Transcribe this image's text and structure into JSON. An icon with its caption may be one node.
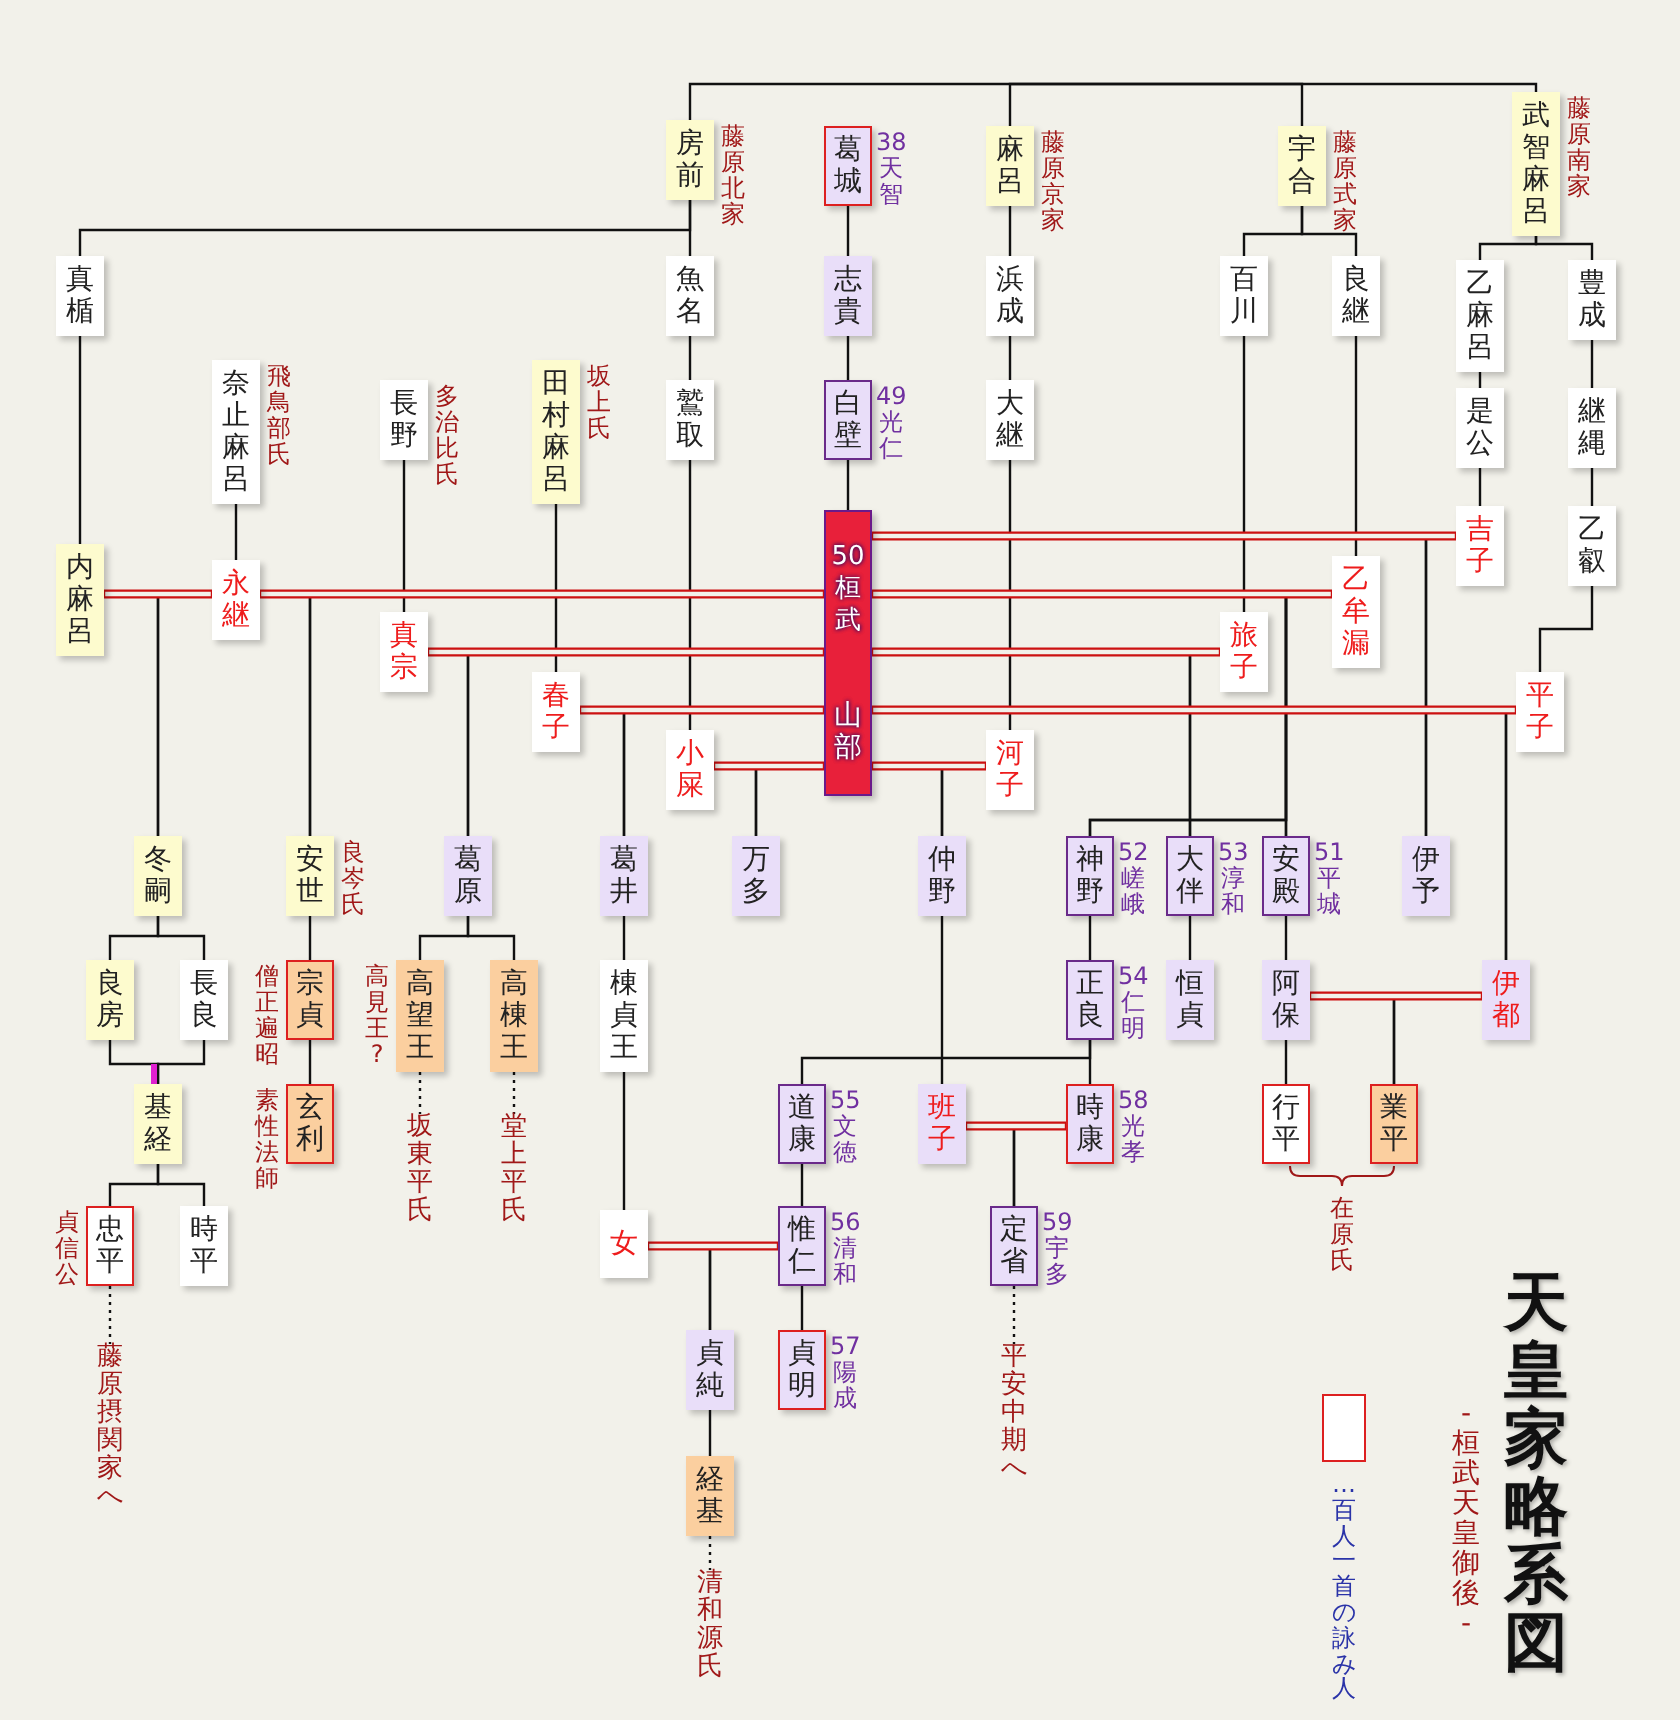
{
  "diagram": {
    "title": "天皇家略系図",
    "caption": "-桓武天皇御後-",
    "nodes": [
      {
        "text": [
          "房前"
        ],
        "beside": [
          "藤原北家"
        ]
      },
      {
        "text": [
          "葛城"
        ],
        "beside": [
          "38天智"
        ]
      },
      {
        "text": [
          "麻呂"
        ],
        "beside": [
          "藤原京家"
        ]
      },
      {
        "text": [
          "宇合"
        ],
        "beside": [
          "藤原式家"
        ]
      },
      {
        "text": [
          "武智麻呂"
        ],
        "beside": [
          "藤原南家"
        ]
      },
      {
        "text": [
          "真楯"
        ]
      },
      {
        "text": [
          "魚名"
        ]
      },
      {
        "text": [
          "志貴"
        ]
      },
      {
        "text": [
          "浜成"
        ]
      },
      {
        "text": [
          "百川"
        ]
      },
      {
        "text": [
          "良継"
        ]
      },
      {
        "text": [
          "乙麻呂"
        ]
      },
      {
        "text": [
          "豊成"
        ]
      },
      {
        "text": [
          "奈止麻呂"
        ],
        "beside": [
          "飛鳥部氏"
        ]
      },
      {
        "text": [
          "長野"
        ],
        "beside": [
          "多治比氏"
        ]
      },
      {
        "text": [
          "田村麻呂"
        ],
        "beside": [
          "坂上氏"
        ]
      },
      {
        "text": [
          "鷲取"
        ]
      },
      {
        "text": [
          "白壁"
        ],
        "beside": [
          "49光仁"
        ]
      },
      {
        "text": [
          "大継"
        ]
      },
      {
        "text": [
          "是公"
        ]
      },
      {
        "text": [
          "継縄"
        ]
      },
      {
        "text": [
          "50桓武",
          "山部"
        ]
      },
      {
        "text": [
          "吉子"
        ]
      },
      {
        "text": [
          "乙叡"
        ]
      },
      {
        "text": [
          "内麻呂"
        ]
      },
      {
        "text": [
          "永継"
        ]
      },
      {
        "text": [
          "乙牟漏"
        ]
      },
      {
        "text": [
          "真宗"
        ]
      },
      {
        "text": [
          "旅子"
        ]
      },
      {
        "text": [
          "春子"
        ]
      },
      {
        "text": [
          "平子"
        ]
      },
      {
        "text": [
          "小屎"
        ]
      },
      {
        "text": [
          "河子"
        ]
      },
      {
        "text": [
          "冬嗣"
        ]
      },
      {
        "text": [
          "安世"
        ],
        "beside": [
          "良岑氏"
        ]
      },
      {
        "text": [
          "葛原"
        ]
      },
      {
        "text": [
          "葛井"
        ]
      },
      {
        "text": [
          "万多"
        ]
      },
      {
        "text": [
          "仲野"
        ]
      },
      {
        "text": [
          "神野"
        ],
        "beside": [
          "52嵯峨"
        ]
      },
      {
        "text": [
          "大伴"
        ],
        "beside": [
          "53淳和"
        ]
      },
      {
        "text": [
          "安殿"
        ],
        "beside": [
          "51平城"
        ]
      },
      {
        "text": [
          "伊予"
        ]
      },
      {
        "text": [
          "良房"
        ]
      },
      {
        "text": [
          "長良"
        ]
      },
      {
        "text": [
          "宗貞"
        ],
        "beside": [
          "僧正遍昭"
        ]
      },
      {
        "text": [
          "高望王"
        ],
        "beside": [
          "高見王?"
        ]
      },
      {
        "text": [
          "高棟王"
        ]
      },
      {
        "text": [
          "棟貞王"
        ]
      },
      {
        "text": [
          "正良"
        ],
        "beside": [
          "54仁明"
        ]
      },
      {
        "text": [
          "恒貞"
        ]
      },
      {
        "text": [
          "阿保"
        ]
      },
      {
        "text": [
          "伊都"
        ]
      },
      {
        "text": [
          "基経"
        ]
      },
      {
        "text": [
          "玄利"
        ],
        "beside": [
          "素性法師"
        ]
      },
      {
        "text": [
          "道康"
        ],
        "beside": [
          "55文徳"
        ]
      },
      {
        "text": [
          "班子"
        ]
      },
      {
        "text": [
          "時康"
        ],
        "beside": [
          "58光孝"
        ]
      },
      {
        "text": [
          "行平"
        ]
      },
      {
        "text": [
          "業平"
        ]
      },
      {
        "text": [
          "坂東平氏"
        ]
      },
      {
        "text": [
          "堂上平氏"
        ]
      },
      {
        "text": [
          "忠平"
        ],
        "beside": [
          "貞信公"
        ]
      },
      {
        "text": [
          "時平"
        ]
      },
      {
        "text": [
          "女"
        ]
      },
      {
        "text": [
          "惟仁"
        ],
        "beside": [
          "56清和"
        ]
      },
      {
        "text": [
          "定省"
        ],
        "beside": [
          "59宇多"
        ]
      },
      {
        "text": [
          "貞純"
        ]
      },
      {
        "text": [
          "貞明"
        ],
        "beside": [
          "57陽成"
        ]
      },
      {
        "text": [
          "藤原摂関家へ"
        ]
      },
      {
        "text": [
          "平安中期へ"
        ]
      },
      {
        "text": [
          "経基"
        ]
      },
      {
        "text": [
          "清和源氏"
        ]
      }
    ],
    "edges": [
      {
        "from": null,
        "to": 0,
        "arrow": "none"
      },
      {
        "from": null,
        "to": 2,
        "arrow": "none"
      },
      {
        "from": null,
        "to": 3,
        "arrow": "none"
      },
      {
        "from": null,
        "to": 4,
        "arrow": "none"
      },
      {
        "from": 0,
        "to": 5,
        "arrow": "none"
      },
      {
        "from": 0,
        "to": 6,
        "arrow": "none"
      },
      {
        "from": 1,
        "to": 7,
        "arrow": "none"
      },
      {
        "from": 2,
        "to": 8,
        "arrow": "none"
      },
      {
        "from": 3,
        "to": 9,
        "arrow": "none"
      },
      {
        "from": 3,
        "to": 10,
        "arrow": "none"
      },
      {
        "from": 4,
        "to": 11,
        "arrow": "none"
      },
      {
        "from": 4,
        "to": 12,
        "arrow": "none"
      },
      {
        "from": 6,
        "to": 16,
        "arrow": "none"
      },
      {
        "from": 7,
        "to": 17,
        "arrow": "none"
      },
      {
        "from": 8,
        "to": 18,
        "arrow": "none"
      },
      {
        "from": 11,
        "to": 19,
        "arrow": "none"
      },
      {
        "from": 12,
        "to": 20,
        "arrow": "none"
      },
      {
        "from": 16,
        "to": 31,
        "arrow": "none"
      },
      {
        "from": 17,
        "to": 21,
        "arrow": "none"
      },
      {
        "from": 18,
        "to": 32,
        "arrow": "none"
      },
      {
        "from": 19,
        "to": 22,
        "arrow": "none"
      },
      {
        "from": 20,
        "to": 23,
        "arrow": "none"
      },
      {
        "from": 23,
        "to": 30,
        "arrow": "none"
      },
      {
        "from": 5,
        "to": 24,
        "arrow": "none"
      },
      {
        "from": 13,
        "to": 25,
        "arrow": "none"
      },
      {
        "from": 14,
        "to": 27,
        "arrow": "none"
      },
      {
        "from": 15,
        "to": 29,
        "arrow": "none"
      },
      {
        "from": 9,
        "to": 28,
        "arrow": "none"
      },
      {
        "from": 10,
        "to": 26,
        "arrow": "none"
      },
      {
        "from": 24,
        "to": 25,
        "arrow": "none",
        "color": "#cc1111"
      },
      {
        "from": 25,
        "to": 21,
        "arrow": "none",
        "color": "#cc1111"
      },
      {
        "from": 21,
        "to": 22,
        "arrow": "none",
        "color": "#cc1111"
      },
      {
        "from": 21,
        "to": 26,
        "arrow": "none",
        "color": "#cc1111"
      },
      {
        "from": 27,
        "to": 21,
        "arrow": "none",
        "color": "#cc1111"
      },
      {
        "from": 21,
        "to": 28,
        "arrow": "none",
        "color": "#cc1111"
      },
      {
        "from": 29,
        "to": 21,
        "arrow": "none",
        "color": "#cc1111"
      },
      {
        "from": 21,
        "to": 30,
        "arrow": "none",
        "color": "#cc1111"
      },
      {
        "from": 31,
        "to": 21,
        "arrow": "none",
        "color": "#cc1111"
      },
      {
        "from": 21,
        "to": 32,
        "arrow": "none",
        "color": "#cc1111"
      },
      {
        "from": 64,
        "to": 65,
        "arrow": "none",
        "color": "#cc1111"
      },
      {
        "from": 56,
        "to": 57,
        "arrow": "none",
        "color": "#cc1111"
      },
      {
        "from": 51,
        "to": 52,
        "arrow": "none",
        "color": "#cc1111"
      },
      {
        "from": 24,
        "to": 33,
        "arrow": "none"
      },
      {
        "from": 25,
        "to": 33,
        "arrow": "none"
      },
      {
        "from": 25,
        "to": 34,
        "arrow": "none"
      },
      {
        "from": 21,
        "to": 34,
        "arrow": "none"
      },
      {
        "from": 27,
        "to": 35,
        "arrow": "none"
      },
      {
        "from": 21,
        "to": 35,
        "arrow": "none"
      },
      {
        "from": 29,
        "to": 36,
        "arrow": "none"
      },
      {
        "from": 21,
        "to": 36,
        "arrow": "none"
      },
      {
        "from": 31,
        "to": 37,
        "arrow": "none"
      },
      {
        "from": 21,
        "to": 37,
        "arrow": "none"
      },
      {
        "from": 21,
        "to": 38,
        "arrow": "none"
      },
      {
        "from": 32,
        "to": 38,
        "arrow": "none"
      },
      {
        "from": 21,
        "to": 39,
        "arrow": "none"
      },
      {
        "from": 26,
        "to": 39,
        "arrow": "none"
      },
      {
        "from": 21,
        "to": 40,
        "arrow": "none"
      },
      {
        "from": 28,
        "to": 40,
        "arrow": "none"
      },
      {
        "from": 21,
        "to": 41,
        "arrow": "none"
      },
      {
        "from": 26,
        "to": 41,
        "arrow": "none"
      },
      {
        "from": 21,
        "to": 42,
        "arrow": "none"
      },
      {
        "from": 22,
        "to": 42,
        "arrow": "none"
      },
      {
        "from": 21,
        "to": 52,
        "arrow": "none"
      },
      {
        "from": 30,
        "to": 52,
        "arrow": "none"
      },
      {
        "from": 64,
        "to": 67,
        "arrow": "none"
      },
      {
        "from": 65,
        "to": 67,
        "arrow": "none"
      },
      {
        "from": 56,
        "to": 66,
        "arrow": "none"
      },
      {
        "from": 57,
        "to": 66,
        "arrow": "none"
      },
      {
        "from": 51,
        "to": 59,
        "arrow": "none"
      },
      {
        "from": 52,
        "to": 59,
        "arrow": "none"
      },
      {
        "from": 33,
        "to": 43,
        "arrow": "none"
      },
      {
        "from": 33,
        "to": 44,
        "arrow": "none"
      },
      {
        "from": 43,
        "to": 53,
        "arrow": "none"
      },
      {
        "from": 44,
        "to": 53,
        "arrow": "none"
      },
      {
        "from": 34,
        "to": 45,
        "arrow": "none"
      },
      {
        "from": 45,
        "to": 54,
        "arrow": "none"
      },
      {
        "from": 35,
        "to": 46,
        "arrow": "none"
      },
      {
        "from": 35,
        "to": 47,
        "arrow": "none"
      },
      {
        "from": 36,
        "to": 48,
        "arrow": "none"
      },
      {
        "from": 48,
        "to": 64,
        "arrow": "none"
      },
      {
        "from": 39,
        "to": 49,
        "arrow": "none"
      },
      {
        "from": 49,
        "to": 55,
        "arrow": "none"
      },
      {
        "from": 49,
        "to": 57,
        "arrow": "none"
      },
      {
        "from": 38,
        "to": 56,
        "arrow": "none"
      },
      {
        "from": 40,
        "to": 50,
        "arrow": "none"
      },
      {
        "from": 41,
        "to": 51,
        "arrow": "none"
      },
      {
        "from": 51,
        "to": 58,
        "arrow": "none"
      },
      {
        "from": 53,
        "to": 62,
        "arrow": "none"
      },
      {
        "from": 53,
        "to": 63,
        "arrow": "none"
      },
      {
        "from": 55,
        "to": 65,
        "arrow": "none"
      },
      {
        "from": 65,
        "to": 68,
        "arrow": "none"
      },
      {
        "from": 67,
        "to": 71,
        "arrow": "none"
      },
      {
        "from": 62,
        "to": 69,
        "arrow": "none",
        "style": "dashed"
      },
      {
        "from": 46,
        "to": 60,
        "arrow": "none",
        "style": "dashed"
      },
      {
        "from": 47,
        "to": 61,
        "arrow": "none",
        "style": "dashed"
      },
      {
        "from": 71,
        "to": 72,
        "arrow": "none",
        "style": "dashed"
      },
      {
        "from": 66,
        "to": 70,
        "arrow": "none",
        "style": "dashed"
      }
    ],
    "labels": [
      "在原氏"
    ],
    "legend": [
      {
        "text": "…百人一首の詠み人"
      }
    ]
  }
}
